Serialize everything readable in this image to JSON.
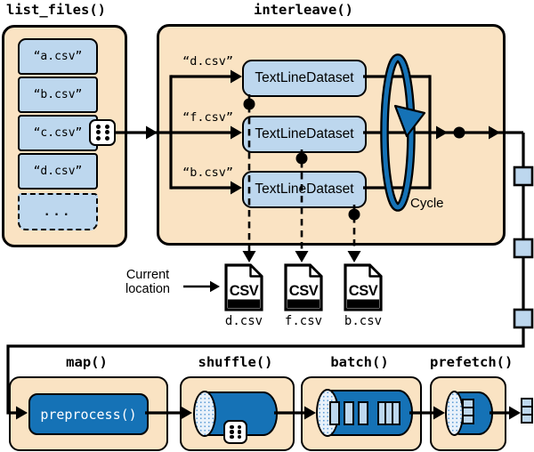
{
  "titles": {
    "list_files": "list_files()",
    "interleave": "interleave()",
    "map": "map()",
    "shuffle": "shuffle()",
    "batch": "batch()",
    "prefetch": "prefetch()"
  },
  "list_files": {
    "items": [
      "“a.csv”",
      "“b.csv”",
      "“c.csv”",
      "“d.csv”"
    ],
    "more_label": "..."
  },
  "interleave": {
    "source_labels": [
      "“d.csv”",
      "“f.csv”",
      "“b.csv”"
    ],
    "dataset_label": "TextLineDataset",
    "cycle_label": "Cycle"
  },
  "files": {
    "icon_label": "CSV",
    "names": [
      "d.csv",
      "f.csv",
      "b.csv"
    ]
  },
  "current_location": {
    "line1": "Current",
    "line2": "location"
  },
  "map": {
    "fn_label": "preprocess()"
  },
  "colors": {
    "panel_beige": "#FAE3C3",
    "item_blue": "#BDD7EE",
    "accent_blue": "#1572B6",
    "line_black": "#000000",
    "background": "#FFFFFF"
  }
}
